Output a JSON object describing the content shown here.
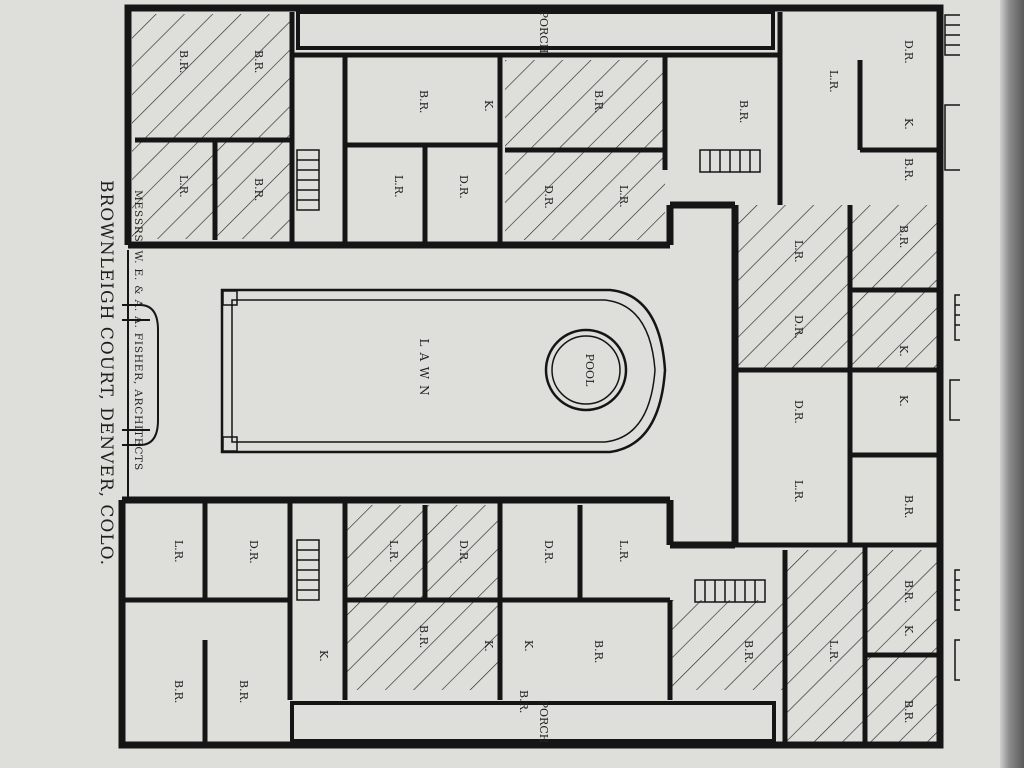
{
  "caption": {
    "title": "BROWNLEIGH COURT, DENVER, COLO.",
    "credit": "MESSRS. W. E. & A. A. FISHER, ARCHITECTS"
  },
  "plan": {
    "center": {
      "lawn": "LAWN",
      "pool": "POOL"
    },
    "porch_top": "PORCH",
    "porch_bottom": "PORCH",
    "rooms": {
      "nw_br1": "B.R.",
      "nw_br2": "B.R.",
      "nw_lr": "L.R.",
      "nw_br3": "B.R.",
      "n_br1": "B.R.",
      "n_k": "K.",
      "n_lr": "L.R.",
      "n_dr": "D.R.",
      "n2_br": "B.R.",
      "n2_lr": "L.R.",
      "n2_dr": "D.R.",
      "ne_br": "B.R.",
      "ne_lr": "L.R.",
      "ne_dr": "D.R.",
      "ne_k": "K.",
      "ne_br2": "B.R.",
      "e_lr": "L.R.",
      "e_dr": "D.R.",
      "e_br": "B.R.",
      "e_k": "K.",
      "e2_dr": "D.R.",
      "e2_lr": "L.R.",
      "e2_k": "K.",
      "e2_br": "B.R.",
      "se_lr": "L.R.",
      "se_br": "B.R.",
      "se_k": "K.",
      "se_br2": "B.R.",
      "se_br3": "B.R.",
      "s_lr": "L.R.",
      "s_dr": "D.R.",
      "s_br": "B.R.",
      "s_br2": "B.R.",
      "s_k": "K.",
      "s2_lr": "L.R.",
      "s2_dr": "D.R.",
      "s2_br": "B.R.",
      "s2_k": "K.",
      "sw_lr": "L.R.",
      "sw_dr": "D.R.",
      "sw_br": "B.R.",
      "sw_br2": "B.R.",
      "sw_k": "K."
    }
  }
}
